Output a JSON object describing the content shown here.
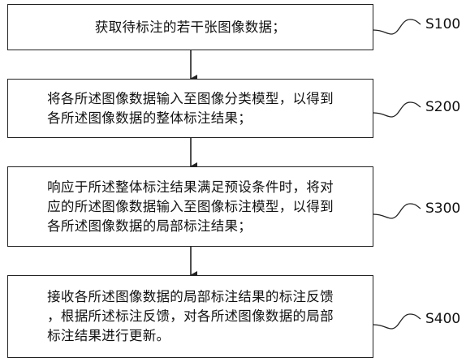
{
  "steps": [
    {
      "text": "获取待标注的若干张图像数据；",
      "id": "S100"
    },
    {
      "text": "将各所述图像数据输入至图像分类模型，以得到\n各所述图像数据的整体标注结果；",
      "id": "S200"
    },
    {
      "text": "响应于所述整体标注结果满足预设条件时，将对\n应的所述图像数据输入至图像标注模型，以得到\n各所述图像数据的局部标注结果；",
      "id": "S300"
    },
    {
      "text": "接收各所述图像数据的局部标注结果的标注反馈\n，根据所述标注反馈，对各所述图像数据的局部\n标注结果进行更新。",
      "id": "S400"
    }
  ]
}
